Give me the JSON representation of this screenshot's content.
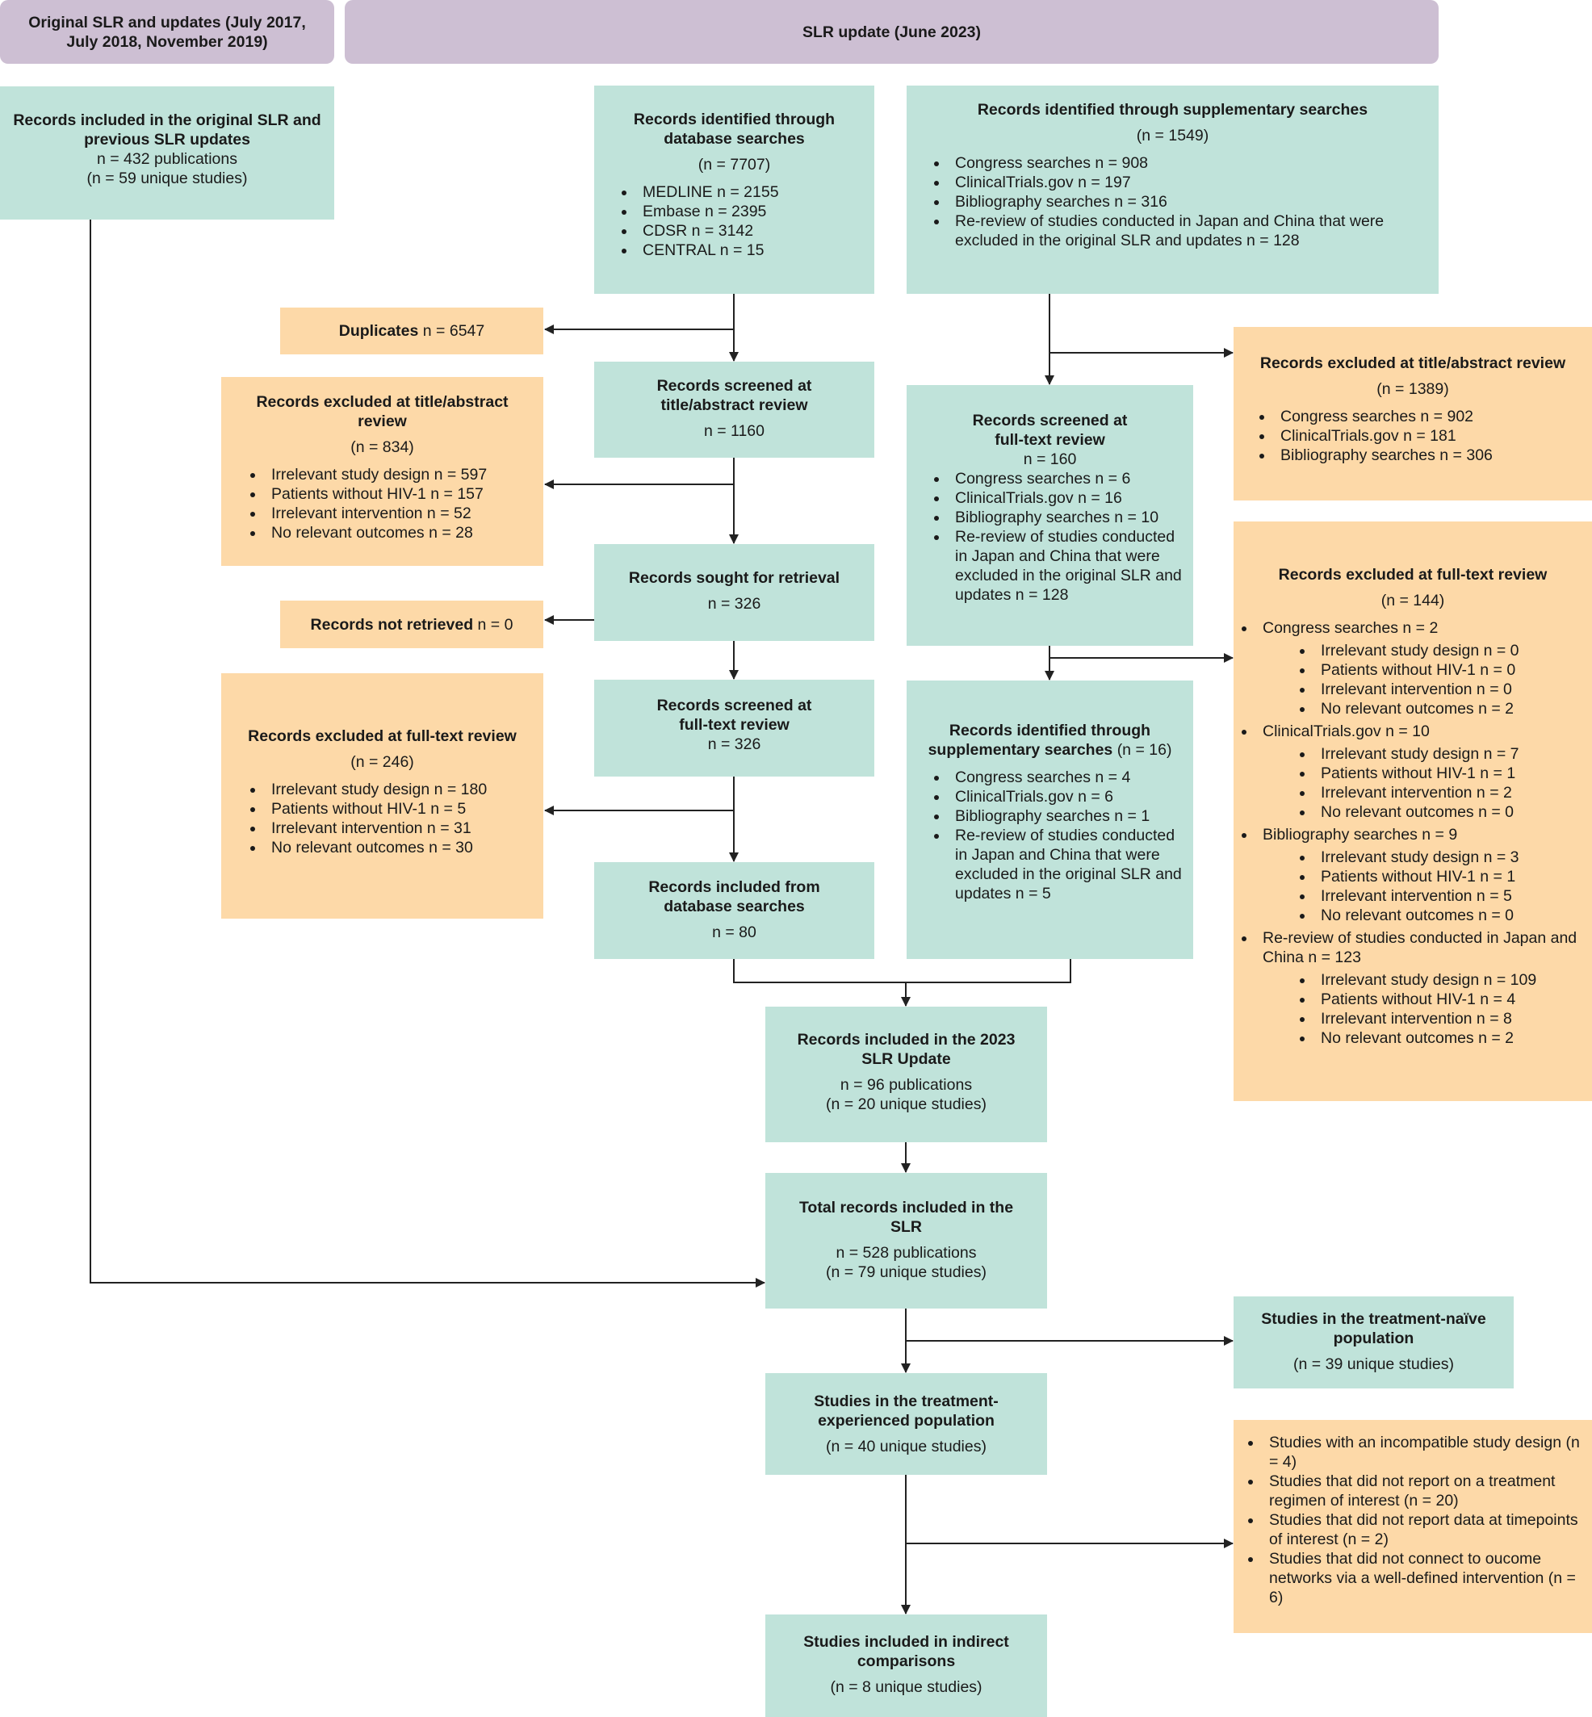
{
  "headers": {
    "left": "Original SLR and updates (July 2017, July 2018, November 2019)",
    "right": "SLR update (June 2023)"
  },
  "original": {
    "title": "Records included in the original SLR and previous SLR updates",
    "line1": "n = 432 publications",
    "line2": "(n = 59 unique studies)"
  },
  "db_identified": {
    "title": "Records identified through database searches",
    "n": "(n = 7707)",
    "items": [
      "MEDLINE n = 2155",
      "Embase n = 2395",
      "CDSR n = 3142",
      "CENTRAL n = 15"
    ]
  },
  "supp_identified": {
    "title": "Records identified through supplementary searches",
    "n": "(n = 1549)",
    "items": [
      "Congress searches n = 908",
      "ClinicalTrials.gov n = 197",
      "Bibliography searches n = 316",
      "Re-review of studies conducted in Japan and China that were excluded in the original SLR and updates n = 128"
    ]
  },
  "duplicates": {
    "label": "Duplicates",
    "n": "n = 6547"
  },
  "db_screened_ta": {
    "title": "Records screened at title/abstract review",
    "n": "n = 1160"
  },
  "db_excluded_ta": {
    "title": "Records excluded at title/abstract review",
    "n": "(n = 834)",
    "items": [
      "Irrelevant study design n = 597",
      "Patients without HIV-1 n = 157",
      "Irrelevant intervention n = 52",
      "No relevant outcomes n = 28"
    ]
  },
  "supp_excluded_ta": {
    "title": "Records excluded at title/abstract review",
    "n": "(n = 1389)",
    "items": [
      "Congress searches n = 902",
      "ClinicalTrials.gov n = 181",
      "Bibliography searches n = 306"
    ]
  },
  "supp_screened_ft": {
    "title": "Records screened at full-text review",
    "n": "n = 160",
    "items": [
      "Congress searches n = 6",
      "ClinicalTrials.gov n = 16",
      "Bibliography searches n = 10",
      "Re-review of studies conducted in Japan and China that were excluded in the original SLR and updates n = 128"
    ]
  },
  "sought": {
    "title": "Records sought for retrieval",
    "n": "n = 326"
  },
  "not_retrieved": {
    "label": "Records not retrieved",
    "n": "n = 0"
  },
  "db_screened_ft": {
    "title": "Records screened at full-text review",
    "n": "n = 326"
  },
  "db_excluded_ft": {
    "title": "Records excluded at full-text review",
    "n": "(n = 246)",
    "items": [
      "Irrelevant study design n = 180",
      "Patients without HIV-1 n = 5",
      "Irrelevant intervention n = 31",
      "No relevant outcomes n = 30"
    ]
  },
  "supp_excluded_ft": {
    "title": "Records excluded at full-text review",
    "n": "(n = 144)",
    "groups": [
      {
        "label": "Congress searches  n = 2",
        "items": [
          "Irrelevant study design n = 0",
          "Patients without HIV-1 n = 0",
          "Irrelevant intervention n = 0",
          "No relevant outcomes n = 2"
        ]
      },
      {
        "label": "ClinicalTrials.gov n = 10",
        "items": [
          "Irrelevant study design n = 7",
          "Patients without HIV-1 n = 1",
          "Irrelevant intervention n = 2",
          "No relevant outcomes n = 0"
        ]
      },
      {
        "label": "Bibliography searches n = 9",
        "items": [
          "Irrelevant study design n = 3",
          "Patients without HIV-1 n = 1",
          "Irrelevant intervention n = 5",
          "No relevant outcomes n = 0"
        ]
      },
      {
        "label": "Re-review of studies conducted in Japan and China n = 123",
        "items": [
          "Irrelevant study design n = 109",
          "Patients without HIV-1 n = 4",
          "Irrelevant intervention n = 8",
          "No relevant outcomes n = 2"
        ]
      }
    ]
  },
  "db_included": {
    "title": "Records included from database searches",
    "n": "n = 80"
  },
  "supp_included": {
    "title": "Records identified through supplementary searches",
    "n": "(n = 16)",
    "items": [
      "Congress searches n = 4",
      "ClinicalTrials.gov n = 6",
      "Bibliography searches n = 1",
      "Re-review of studies conducted in Japan and China that were excluded in the original SLR and updates n = 5"
    ]
  },
  "update_included": {
    "title": "Records included in the 2023 SLR Update",
    "line1": "n = 96 publications",
    "line2": "(n = 20 unique studies)"
  },
  "total": {
    "title": "Total records included in the SLR",
    "line1": "n = 528 publications",
    "line2": "(n = 79 unique studies)"
  },
  "naive": {
    "title": "Studies in the treatment-naïve population",
    "n": "(n = 39 unique studies)"
  },
  "experienced": {
    "title": "Studies in the treatment-experienced population",
    "n": "(n = 40 unique studies)"
  },
  "final_excluded": {
    "items": [
      "Studies with an incompatible study design (n = 4)",
      "Studies that did not report on a treatment regimen of interest (n = 20)",
      "Studies that did not report data at timepoints of interest (n = 2)",
      "Studies that did not connect to oucome networks via a well-defined intervention (n = 6)"
    ]
  },
  "indirect": {
    "title": "Studies included in indirect comparisons",
    "n": "(n = 8 unique studies)"
  },
  "colors": {
    "teal": "#c0e3da",
    "orange": "#fdd9a8",
    "header": "#cdbfd3",
    "line": "#222222"
  }
}
